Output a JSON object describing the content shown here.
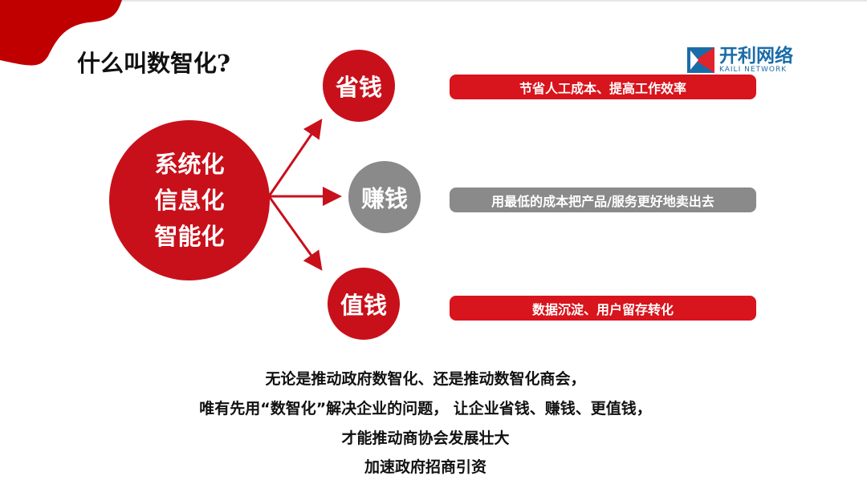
{
  "title": "什么叫数智化?",
  "logo": {
    "name": "开利网络",
    "sub": "KAILI NETWORK"
  },
  "center": {
    "lines": [
      "系统化",
      "信息化",
      "智能化"
    ]
  },
  "branches": [
    {
      "label": "省钱",
      "desc": "节省人工成本、提高工作效率",
      "color": "#d8141c"
    },
    {
      "label": "赚钱",
      "desc": "用最低的成本把产品/服务更好地卖出去",
      "color": "#8a8a8a"
    },
    {
      "label": "值钱",
      "desc": "数据沉淀、用户留存转化",
      "color": "#d8141c"
    }
  ],
  "bottom": [
    "无论是推动政府数智化、还是推动数智化商会，",
    "唯有先用“数智化”解决企业的问题， 让企业省钱、赚钱、更值钱，",
    "才能推动商协会发展壮大",
    "加速政府招商引资"
  ]
}
